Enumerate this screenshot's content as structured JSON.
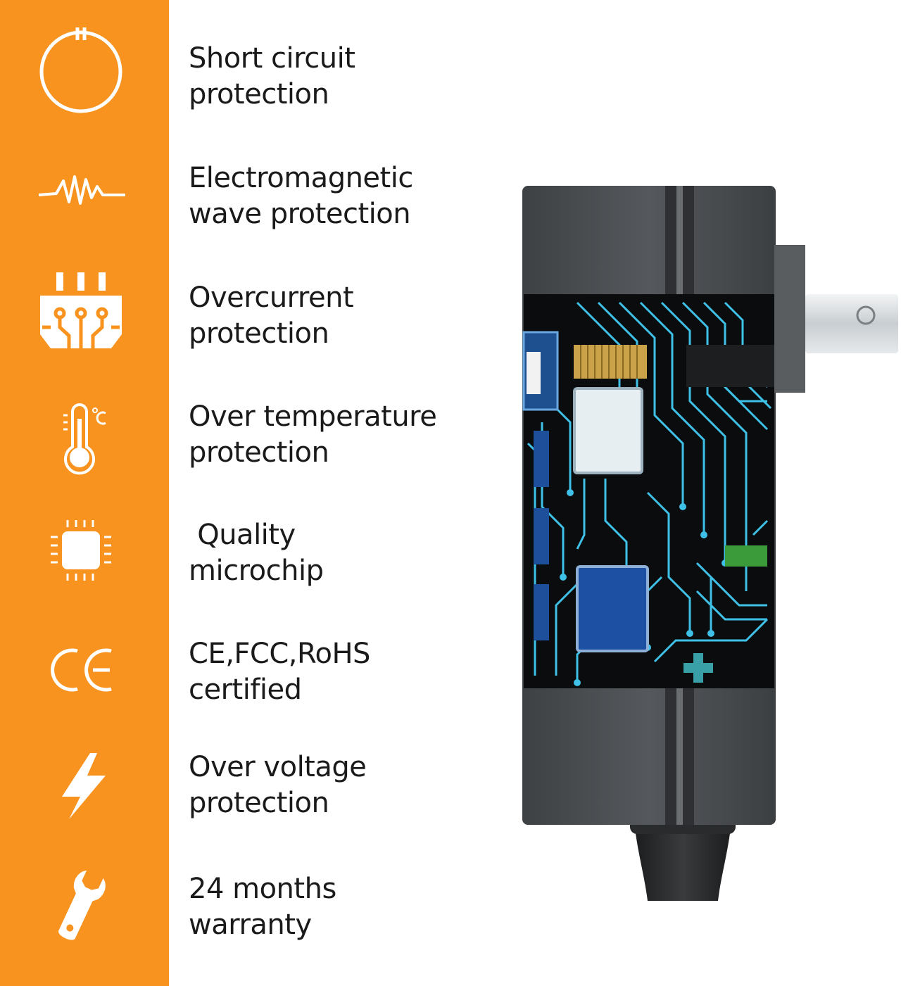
{
  "colors": {
    "accent": "#f7931e",
    "text": "#1a1a1a",
    "housing": "#4a4d50",
    "board": "#0a0c0d",
    "trace": "#3fc0e6"
  },
  "features": [
    {
      "icon": "power-ring-icon",
      "line1": "Short circuit",
      "line2": "protection"
    },
    {
      "icon": "wave-pulse-icon",
      "line1": "Electromagnetic",
      "line2": "wave protection"
    },
    {
      "icon": "circuit-plug-icon",
      "line1": "Overcurrent",
      "line2": "protection"
    },
    {
      "icon": "thermometer-icon",
      "line1": "Over temperature",
      "line2": "protection"
    },
    {
      "icon": "microchip-icon",
      "line1": " Quality",
      "line2": "microchip"
    },
    {
      "icon": "ce-mark-icon",
      "line1": "CE,FCC,RoHS",
      "line2": "certified"
    },
    {
      "icon": "lightning-bolt-icon",
      "line1": "Over voltage",
      "line2": "protection"
    },
    {
      "icon": "wrench-icon",
      "line1": "24 months",
      "line2": "warranty"
    }
  ]
}
